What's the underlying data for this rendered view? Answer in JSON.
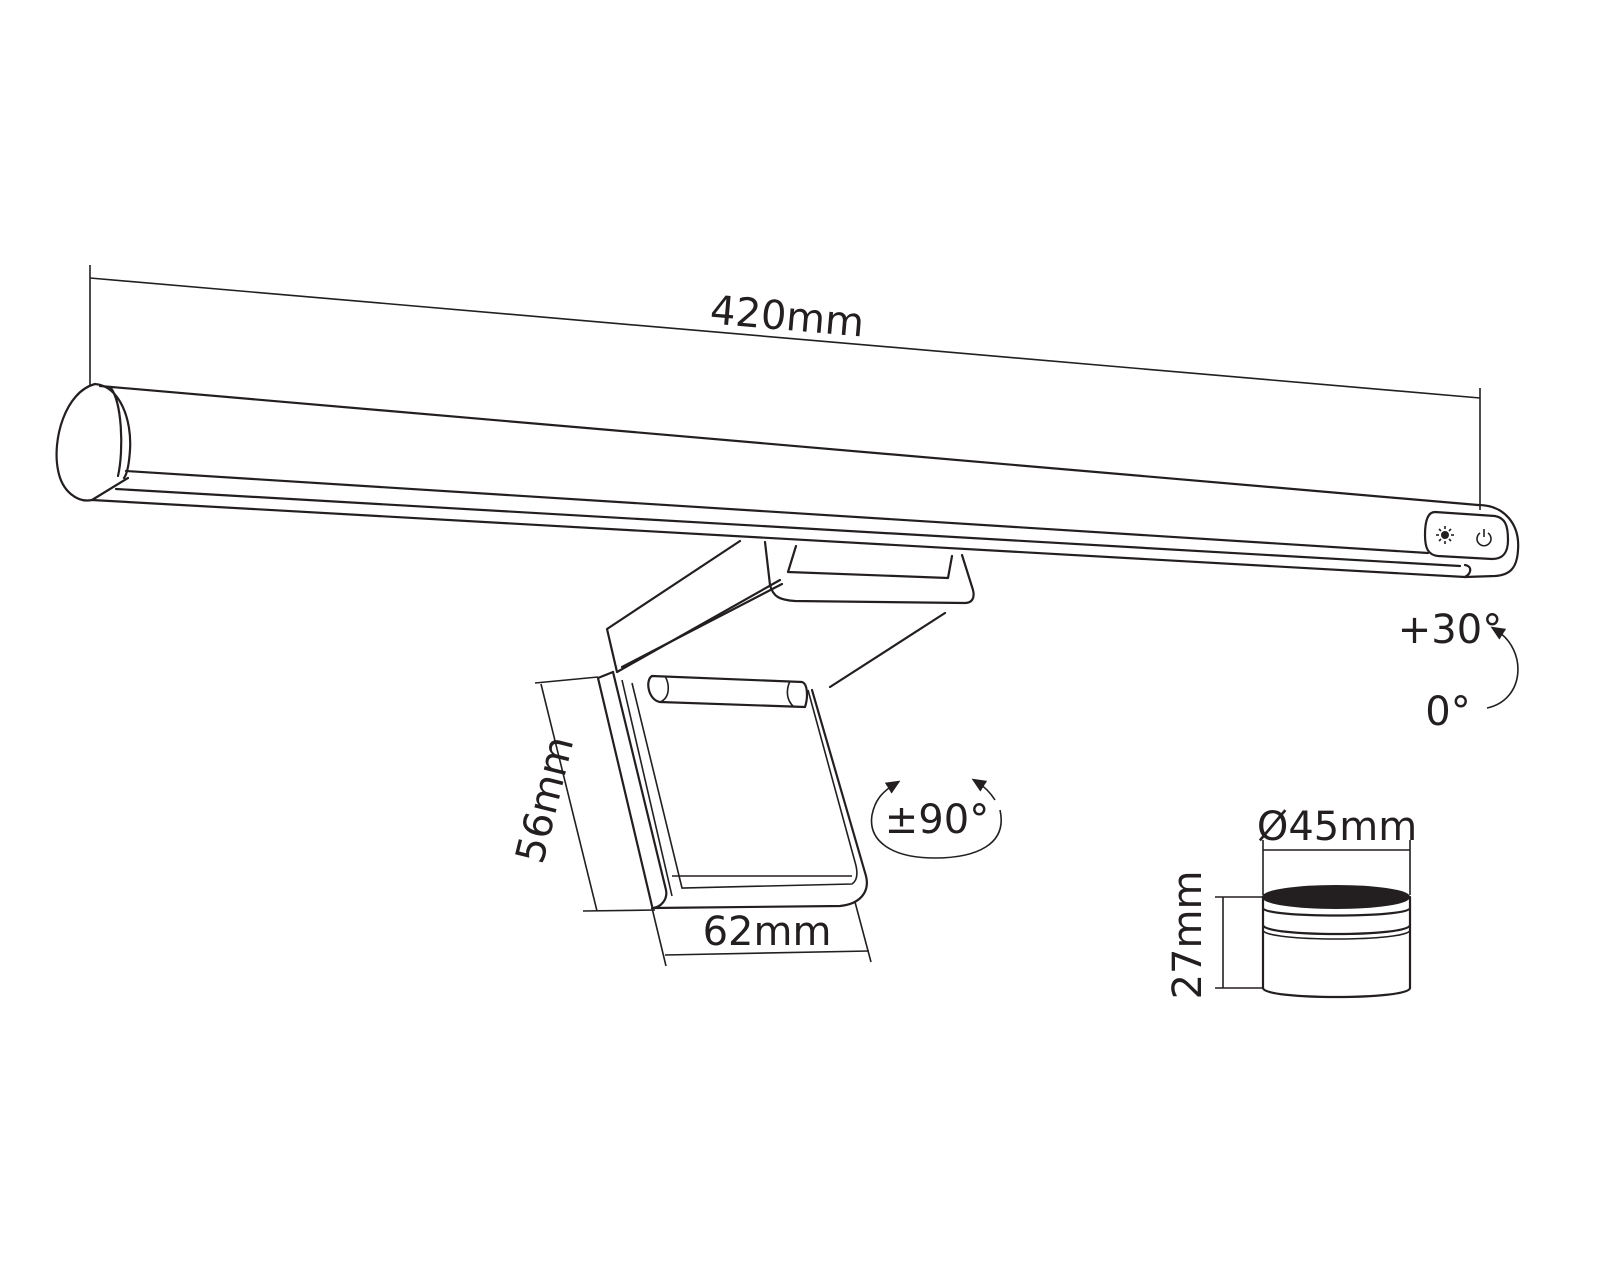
{
  "title": "Monitor light bar dimensions",
  "labels": {
    "length": "420mm",
    "tilt_up": "+30°",
    "tilt_zero": "0°",
    "rotation": "±90°",
    "clamp_height": "56mm",
    "clamp_width": "62mm",
    "base_diameter": "Ø45mm",
    "base_height": "27mm"
  },
  "icons": [
    "brightness-icon",
    "power-icon"
  ],
  "colors": {
    "line": "#231f20",
    "background": "#ffffff"
  }
}
